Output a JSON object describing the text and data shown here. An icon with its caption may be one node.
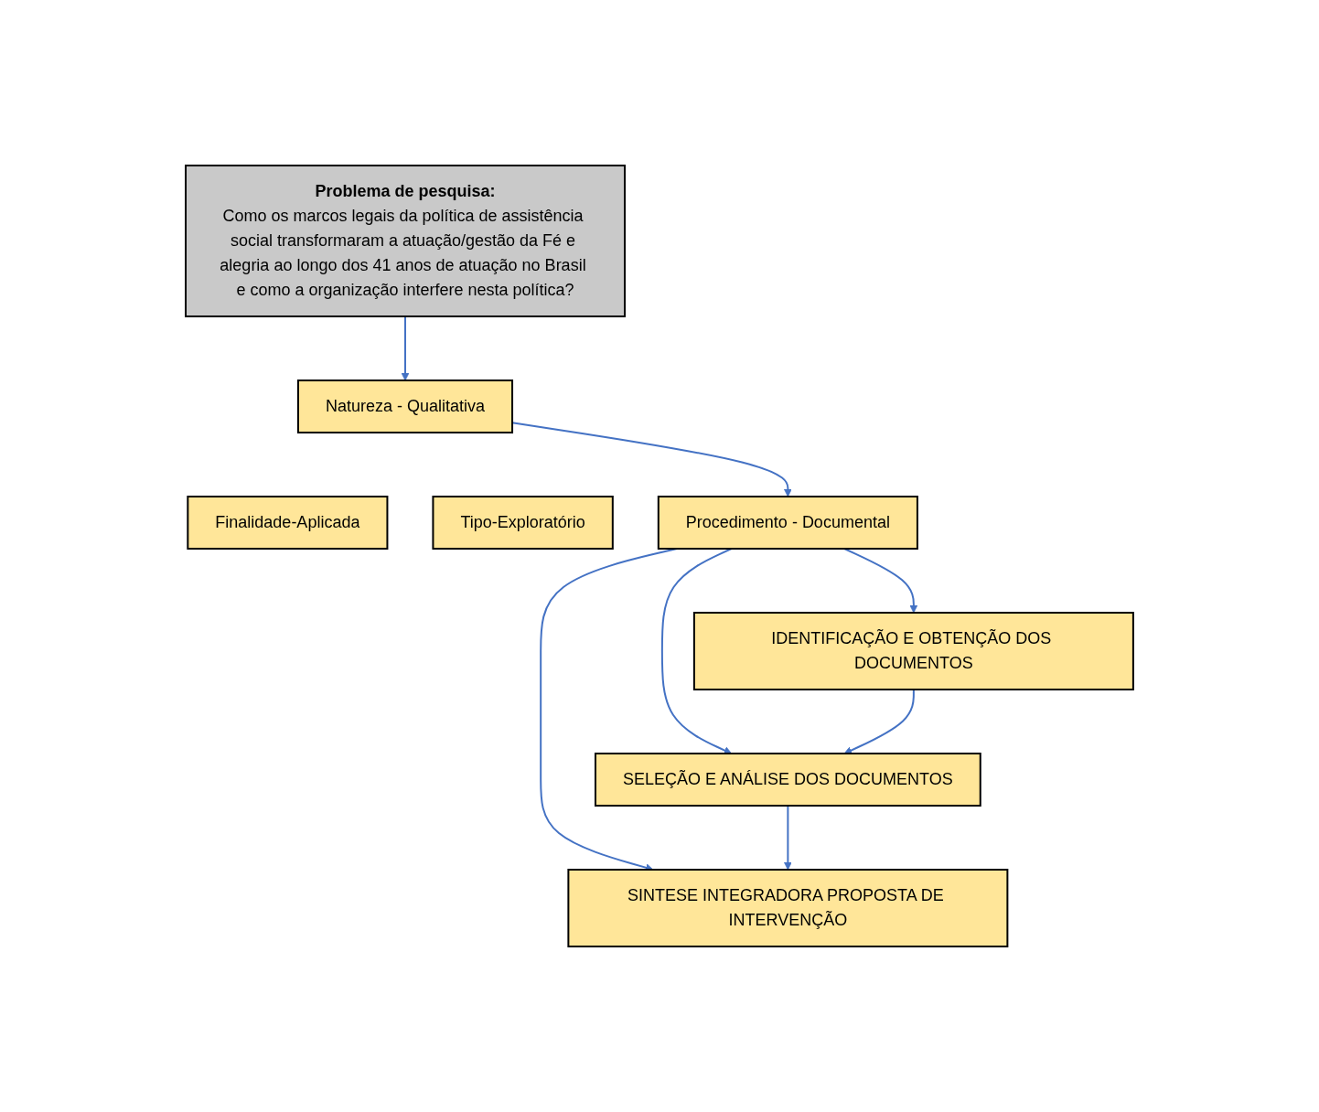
{
  "diagram": {
    "nodes": [
      {
        "text": [
          "Problema de pesquisa:",
          "Como os marcos legais da política de assistência social transformaram a atuação/gestão da Fé e alegria ao longo dos 41 anos de atuação no Brasil e como a organização interfere nesta política?"
        ]
      },
      {
        "text": [
          "Natureza - Qualitativa"
        ]
      },
      {
        "text": [
          "Finalidade-Aplicada"
        ]
      },
      {
        "text": [
          "Tipo-Exploratório"
        ]
      },
      {
        "text": [
          "Procedimento - Documental"
        ]
      },
      {
        "text": [
          "IDENTIFICAÇÃO E OBTENÇÃO DOS DOCUMENTOS"
        ]
      },
      {
        "text": [
          "SELEÇÃO E ANÁLISE DOS DOCUMENTOS"
        ]
      },
      {
        "text": [
          "SINTESE INTEGRADORA PROPOSTA DE INTERVENÇÃO"
        ]
      }
    ],
    "edges": [
      {
        "from": 0,
        "to": 1,
        "arrow": "to"
      },
      {
        "from": 1,
        "to": 4,
        "arrow": "to"
      },
      {
        "from": 4,
        "to": 5,
        "arrow": "to"
      },
      {
        "from": 4,
        "to": 6,
        "arrow": "to"
      },
      {
        "from": 4,
        "to": 7,
        "arrow": "to"
      },
      {
        "from": 5,
        "to": 6,
        "arrow": "to"
      },
      {
        "from": 6,
        "to": 7,
        "arrow": "to"
      }
    ]
  }
}
